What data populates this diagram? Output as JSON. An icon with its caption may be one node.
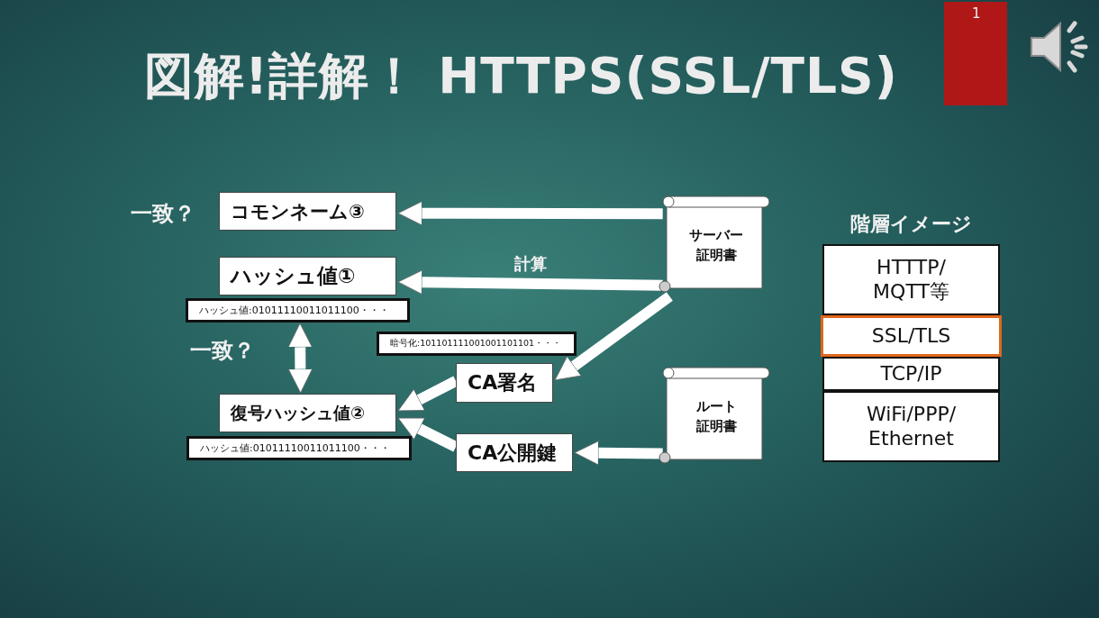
{
  "diagram": {
    "title": "図解!詳解！ HTTPS(SSL/TLS)",
    "nodes": [
      {
        "text": [
          "コモンネーム③"
        ]
      },
      {
        "text": [
          "ハッシュ値①"
        ]
      },
      {
        "text": [
          "ハッシュ値:01011110011011100・・・"
        ]
      },
      {
        "text": [
          "暗号化:101101111001001101101・・・"
        ]
      },
      {
        "text": [
          "CA署名"
        ]
      },
      {
        "text": [
          "復号ハッシュ値②"
        ]
      },
      {
        "text": [
          "ハッシュ値:01011110011011100・・・"
        ]
      },
      {
        "text": [
          "CA公開鍵"
        ]
      },
      {
        "text": [
          "サーバー証明書"
        ]
      },
      {
        "text": [
          "ルート証明書"
        ]
      },
      {
        "text": [
          "階層イメージ"
        ]
      },
      {
        "text": [
          "HTTTP/MQTT等"
        ],
        "in": 10
      },
      {
        "text": [
          "SSL/TLS"
        ],
        "in": 10
      },
      {
        "text": [
          "TCP/IP"
        ],
        "in": 10
      },
      {
        "text": [
          "WiFi/PPP/Ethernet"
        ],
        "in": 10
      }
    ],
    "edges": [
      {
        "from": 8,
        "to": 0,
        "arrow": "to"
      },
      {
        "from": 8,
        "to": 1,
        "arrow": "to",
        "label": "計算"
      },
      {
        "from": 8,
        "to": 4,
        "arrow": "to"
      },
      {
        "from": 9,
        "to": 7,
        "arrow": "to"
      },
      {
        "from": 4,
        "to": 5,
        "arrow": "to"
      },
      {
        "from": 7,
        "to": 5,
        "arrow": "to"
      },
      {
        "from": 2,
        "to": 5,
        "arrow": "both"
      }
    ],
    "labels": [
      "一致？",
      "一致？",
      "1"
    ]
  }
}
